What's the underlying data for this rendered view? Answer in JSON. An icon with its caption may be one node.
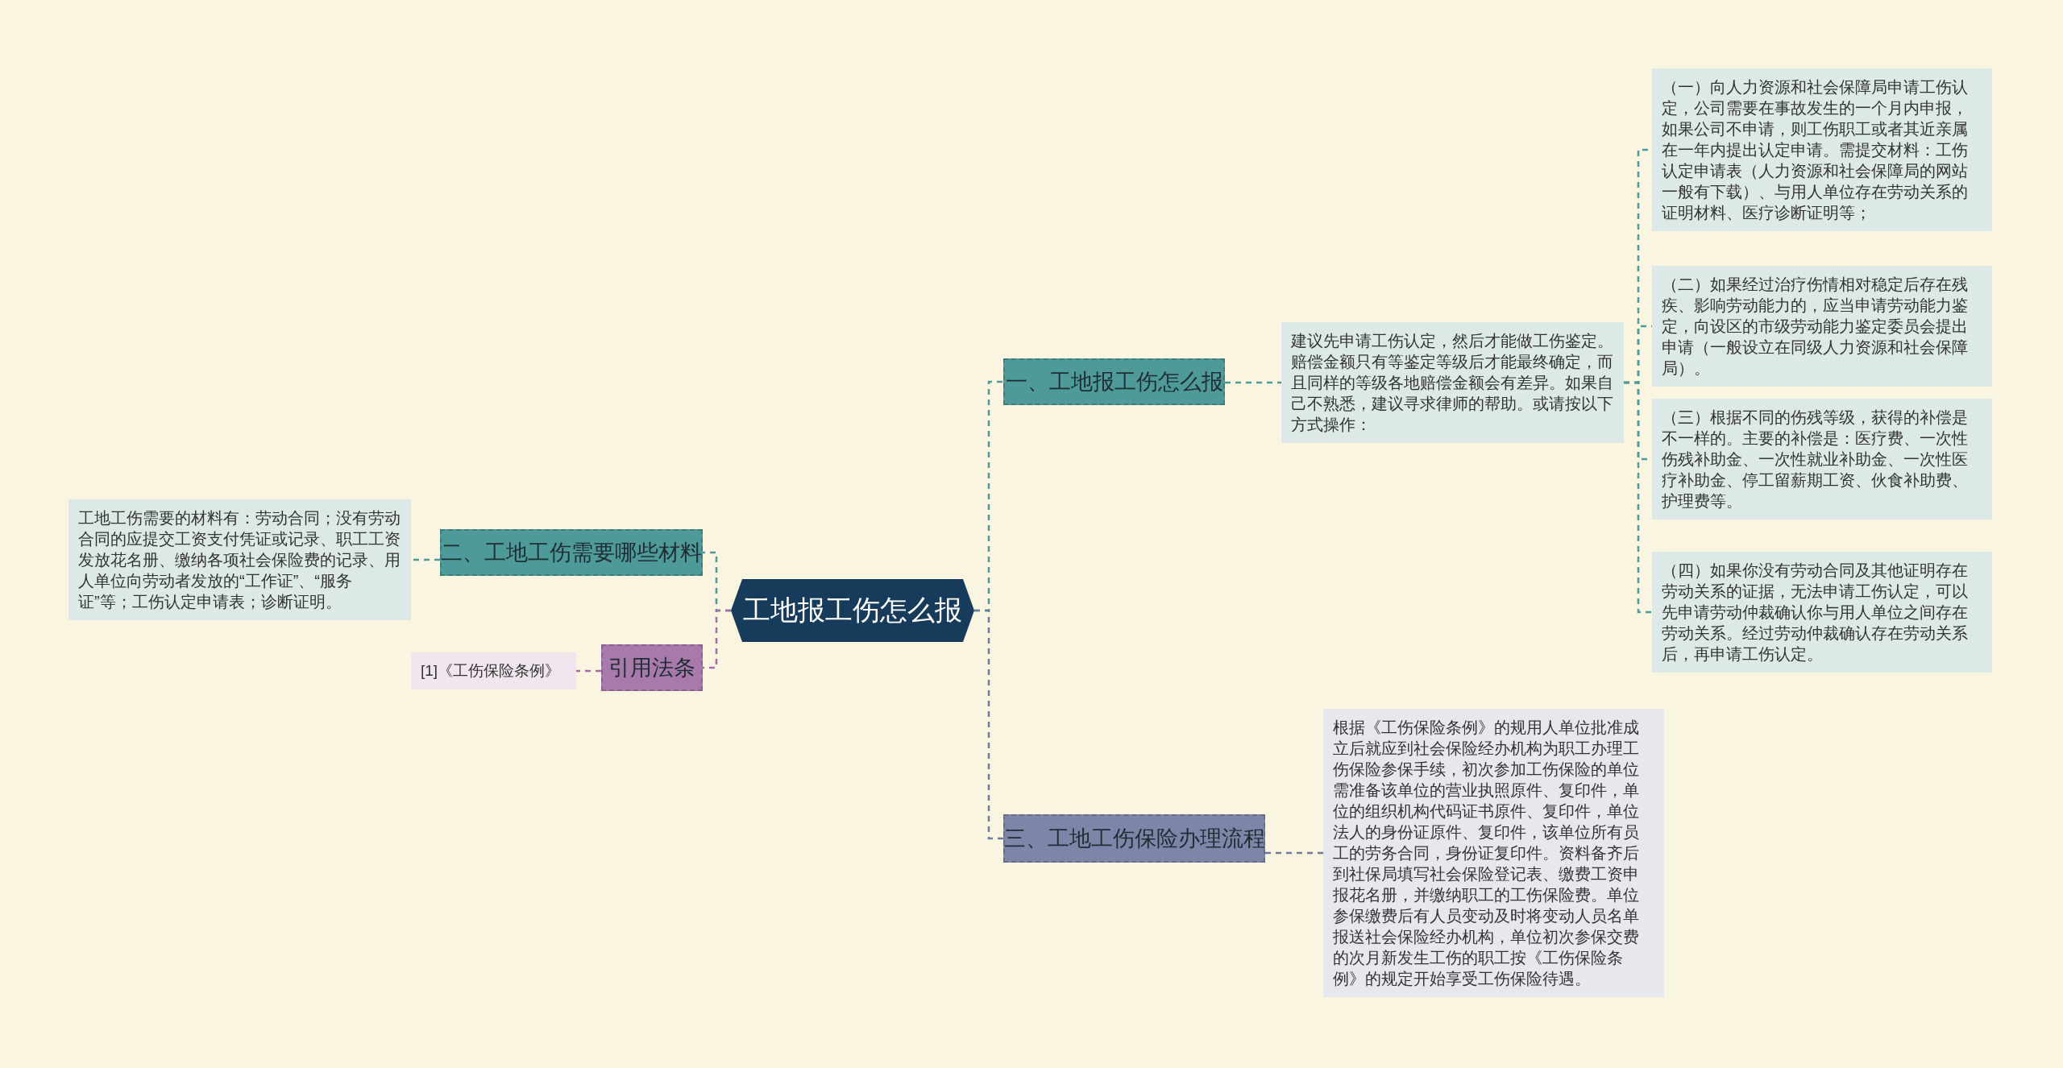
{
  "diagram": {
    "nodes": [
      {
        "text": [
          "工地报工伤怎么报"
        ]
      },
      {
        "text": [
          "一、工地报工伤怎么报"
        ]
      },
      {
        "text": [
          "建议先申请工伤认定，然后才能做工伤鉴定。赔偿金额只有等鉴定等级后才能最终确定，而且同样的等级各地赔偿金额会有差异。如果自己不熟悉，建议寻求律师的帮助。或请按以下方式操作："
        ]
      },
      {
        "text": [
          "（一）向人力资源和社会保障局申请工伤认定，公司需要在事故发生的一个月内申报，如果公司不申请，则工伤职工或者其近亲属在一年内提出认定申请。需提交材料：工伤认定申请表（人力资源和社会保障局的网站一般有下载）、与用人单位存在劳动关系的证明材料、医疗诊断证明等；"
        ]
      },
      {
        "text": [
          "（二）如果经过治疗伤情相对稳定后存在残疾、影响劳动能力的，应当申请劳动能力鉴定，向设区的市级劳动能力鉴定委员会提出申请（一般设立在同级人力资源和社会保障局）。"
        ]
      },
      {
        "text": [
          "（三）根据不同的伤残等级，获得的补偿是不一样的。主要的补偿是：医疗费、一次性伤残补助金、一次性就业补助金、一次性医疗补助金、停工留薪期工资、伙食补助费、护理费等。"
        ]
      },
      {
        "text": [
          "（四）如果你没有劳动合同及其他证明存在劳动关系的证据，无法申请工伤认定，可以先申请劳动仲裁确认你与用人单位之间存在劳动关系。经过劳动仲裁确认存在劳动关系后，再申请工伤认定。"
        ]
      },
      {
        "text": [
          "三、工地工伤保险办理流程"
        ]
      },
      {
        "text": [
          "根据《工伤保险条例》的规用人单位批准成立后就应到社会保险经办机构为职工办理工伤保险参保手续，初次参加工伤保险的单位需准备该单位的营业执照原件、复印件，单位的组织机构代码证书原件、复印件，单位法人的身份证原件、复印件，该单位所有员工的劳务合同，身份证复印件。资料备齐后到社保局填写社会保险登记表、缴费工资申报花名册，并缴纳职工的工伤保险费。单位参保缴费后有人员变动及时将变动人员名单报送社会保险经办机构，单位初次参保交费的次月新发生工伤的职工按《工伤保险条例》的规定开始享受工伤保险待遇。"
        ]
      },
      {
        "text": [
          "二、工地工伤需要哪些材料"
        ]
      },
      {
        "text": [
          "工地工伤需要的材料有：劳动合同；没有劳动合同的应提交工资支付凭证或记录、职工工资发放花名册、缴纳各项社会保险费的记录、用人单位向劳动者发放的“工作证”、“服务证”等；工伤认定申请表；诊断证明。"
        ]
      },
      {
        "text": [
          "引用法条"
        ]
      },
      {
        "text": [
          "[1]《工伤保险条例》"
        ]
      }
    ],
    "edges": [
      {
        "from": 0,
        "to": 1,
        "arrow": "none",
        "style": "dashed"
      },
      {
        "from": 1,
        "to": 2,
        "arrow": "none",
        "style": "dashed"
      },
      {
        "from": 2,
        "to": 3,
        "arrow": "none",
        "style": "dashed"
      },
      {
        "from": 2,
        "to": 4,
        "arrow": "none",
        "style": "dashed"
      },
      {
        "from": 2,
        "to": 5,
        "arrow": "none",
        "style": "dashed"
      },
      {
        "from": 2,
        "to": 6,
        "arrow": "none",
        "style": "dashed"
      },
      {
        "from": 0,
        "to": 7,
        "arrow": "none",
        "style": "dashed",
        "color": "#6f7b9c"
      },
      {
        "from": 7,
        "to": 8,
        "arrow": "none",
        "style": "dashed",
        "color": "#6f7b9c"
      },
      {
        "from": 0,
        "to": 9,
        "arrow": "none",
        "style": "dashed"
      },
      {
        "from": 9,
        "to": 10,
        "arrow": "none",
        "style": "dashed"
      },
      {
        "from": 0,
        "to": 11,
        "arrow": "none",
        "style": "dashed",
        "color": "#a06ea3"
      },
      {
        "from": 11,
        "to": 12,
        "arrow": "none",
        "style": "dashed",
        "color": "#a06ea3"
      }
    ]
  }
}
